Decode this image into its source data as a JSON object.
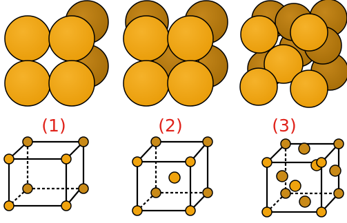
{
  "labels": {
    "sc": "(1)",
    "bcc": "(2)",
    "fcc": "(3)"
  },
  "colors": {
    "sphere_front": "#f0a30e",
    "sphere_back": "#b8790c",
    "atom_dark": "#c98a18",
    "line": "#000000",
    "label": "#e0221a"
  }
}
